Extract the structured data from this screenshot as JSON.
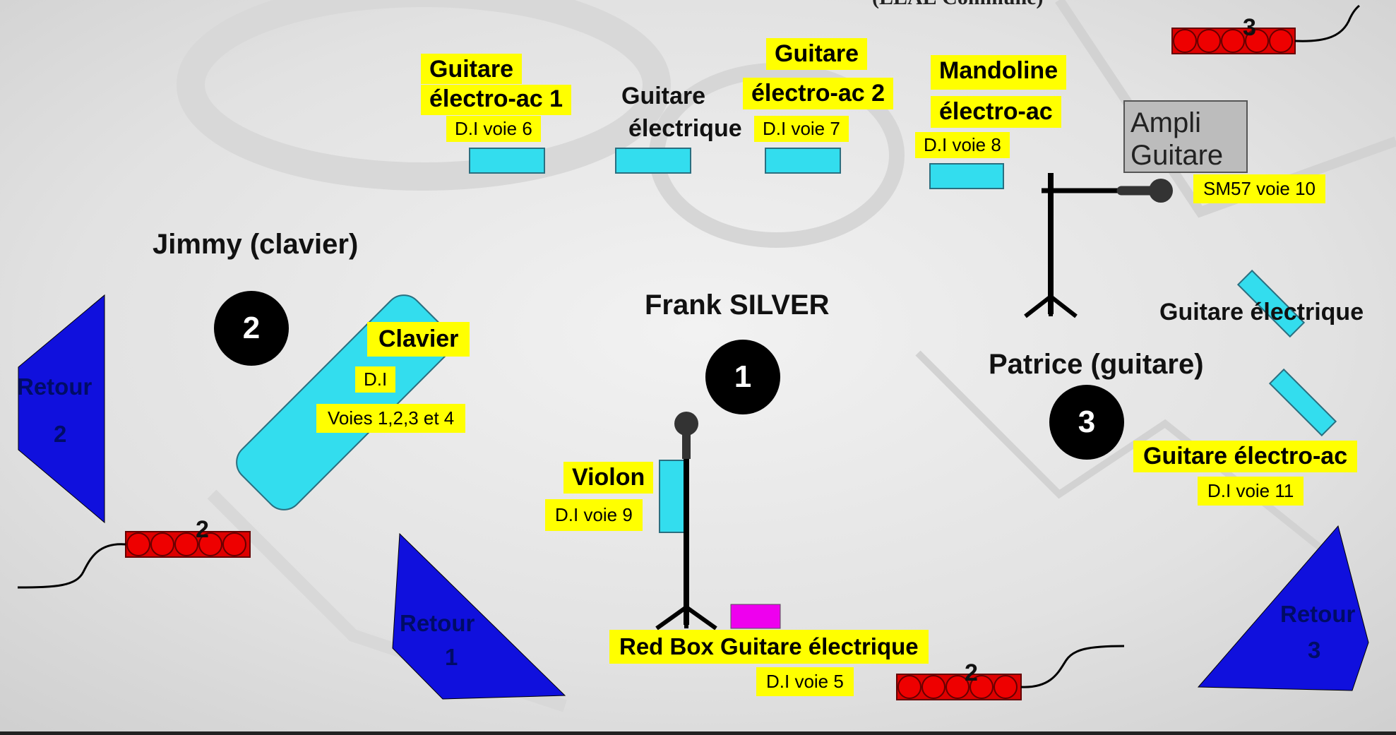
{
  "header_partial": "(LLAE Commune)",
  "colors": {
    "label_bg": "#ffff00",
    "di_box": "#33ddee",
    "monitor": "#1010dd",
    "snake": "#dd0000",
    "redbox": "#ee00ee",
    "circle": "#000000"
  },
  "musicians": [
    {
      "number": "1",
      "name": "Frank SILVER"
    },
    {
      "number": "2",
      "name": "Jimmy (clavier)"
    },
    {
      "number": "3",
      "name": "Patrice (guitare)"
    }
  ],
  "instruments": {
    "ga1": {
      "line1": "Guitare",
      "line2": "électro-ac 1",
      "di": "D.I voie 6"
    },
    "ge_top": {
      "line1": "Guitare",
      "line2": "électrique"
    },
    "ga2": {
      "line1": "Guitare",
      "line2": "électro-ac 2",
      "di": "D.I voie 7"
    },
    "mando": {
      "line1": "Mandoline",
      "line2": "électro-ac",
      "di": "D.I voie 8"
    },
    "ampli": {
      "line1": "Ampli",
      "line2": "Guitare",
      "mic": "SM57 voie 10"
    },
    "clavier": {
      "title": "Clavier",
      "di": "D.I",
      "voies": "Voies 1,2,3 et 4"
    },
    "violon": {
      "title": "Violon",
      "di": "D.I voie 9"
    },
    "redbox": {
      "title": "Red Box Guitare électrique",
      "di": "D.I voie 5"
    },
    "ge_right": {
      "title": "Guitare électrique"
    },
    "gea_right": {
      "title": "Guitare électro-ac",
      "di": "D.I voie 11"
    }
  },
  "monitors": [
    {
      "word": "Retour",
      "number": "1"
    },
    {
      "word": "Retour",
      "number": "2"
    },
    {
      "word": "Retour",
      "number": "3"
    }
  ],
  "snakes": [
    {
      "number": "3"
    },
    {
      "number": "2"
    },
    {
      "number": "2"
    }
  ]
}
